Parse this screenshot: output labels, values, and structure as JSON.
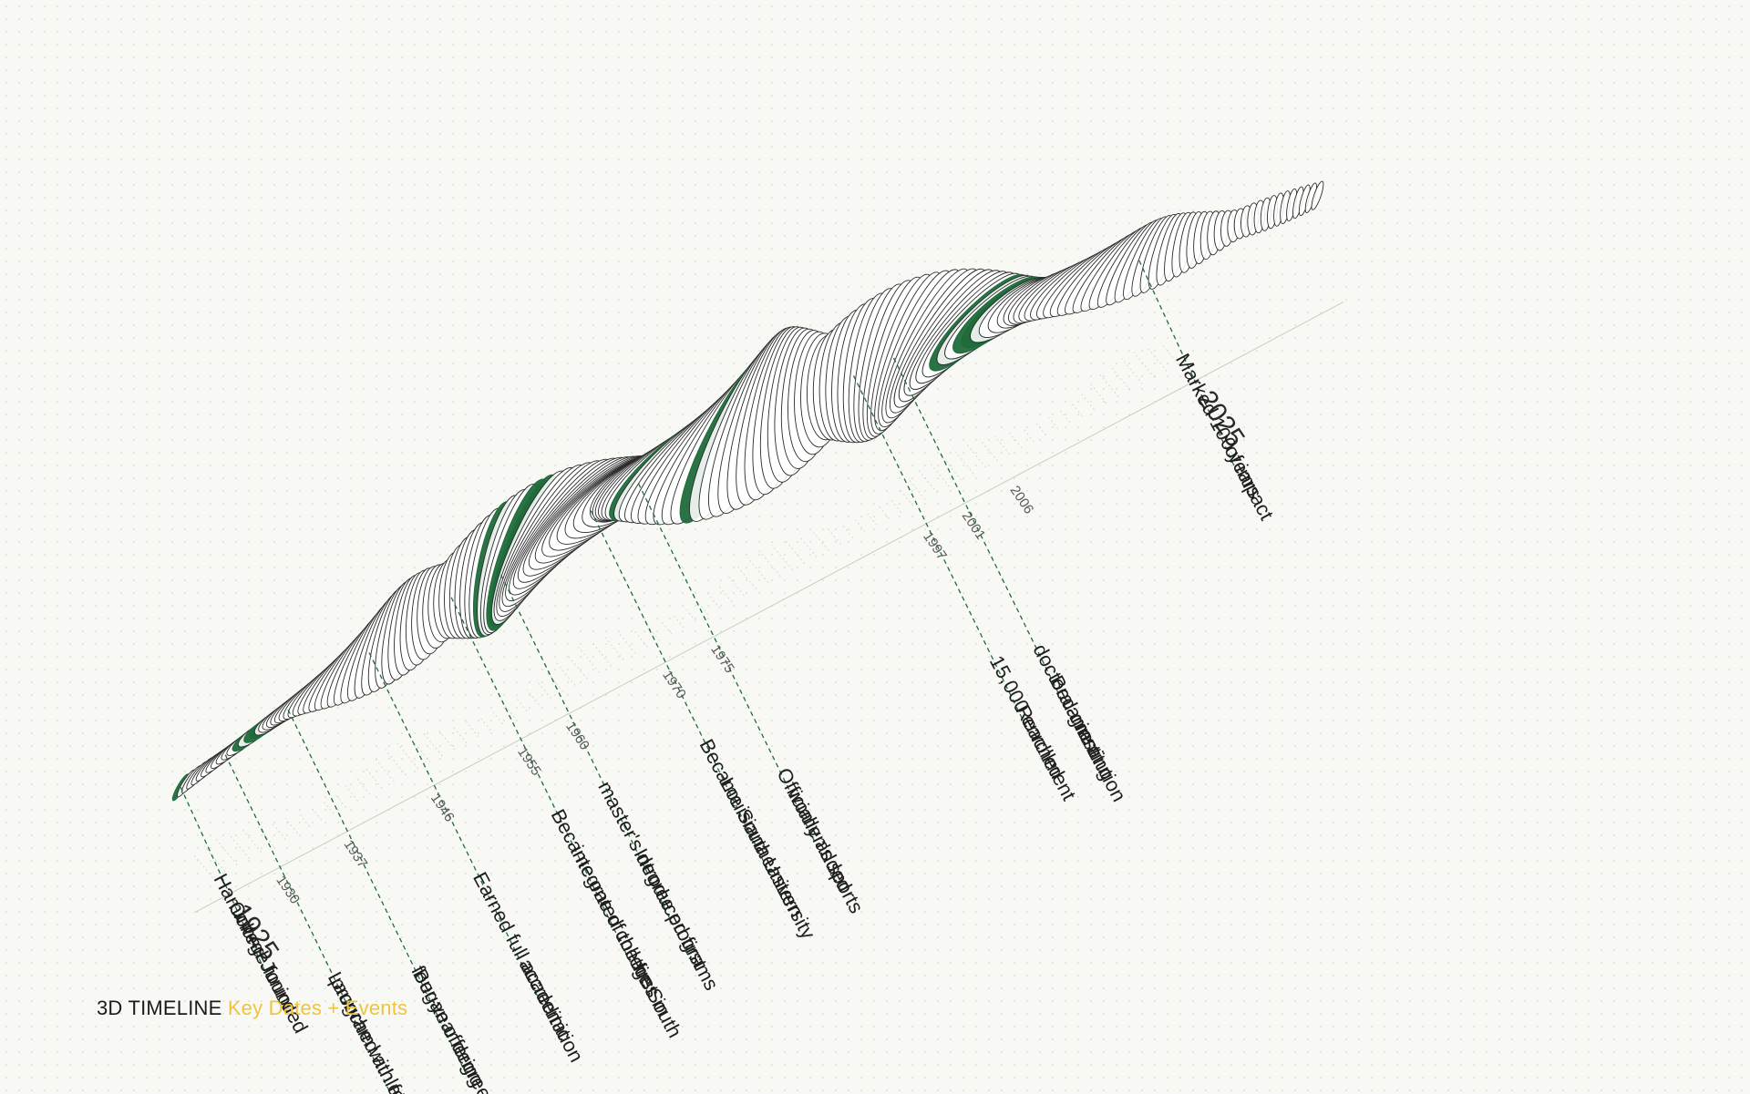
{
  "caption": {
    "title": "3D TIMELINE",
    "subtitle": "Key Dates + Events"
  },
  "colors": {
    "accent_green": "#1f6b3a",
    "accent_yellow": "#efc43a",
    "ink": "#2b2b2b"
  },
  "timeline": {
    "start_year": "1925",
    "end_year": "2025",
    "events": [
      {
        "year": "1925",
        "lines": [
          "Hammond Junior",
          "College founded"
        ]
      },
      {
        "year": "1930",
        "lines": [
          "Launched athletics",
          "program with football"
        ]
      },
      {
        "year": "1937",
        "lines": [
          "Began offering",
          "four-year degrees"
        ]
      },
      {
        "year": "1946",
        "lines": [
          "Earned full academic",
          "accreditation"
        ]
      },
      {
        "year": "1955",
        "lines": [
          "Became one of the first",
          "integrated colleges in",
          "the South"
        ]
      },
      {
        "year": "1960",
        "lines": [
          "Introduced first",
          "master's degree programs"
        ]
      },
      {
        "year": "1970",
        "lines": [
          "Became Southeastern",
          "Louisiana University"
        ]
      },
      {
        "year": "1975",
        "lines": [
          "Officially added",
          "women's sports"
        ]
      },
      {
        "year": "1997",
        "lines": [
          "Reached",
          "15,000 enrollment"
        ]
      },
      {
        "year": "2001",
        "lines": [
          "Became a",
          "doctoral-granting",
          "institution"
        ]
      },
      {
        "year": "2006",
        "lines": []
      },
      {
        "year": "2025",
        "lines": [
          "Marked 100 years",
          "of impact"
        ]
      }
    ]
  }
}
